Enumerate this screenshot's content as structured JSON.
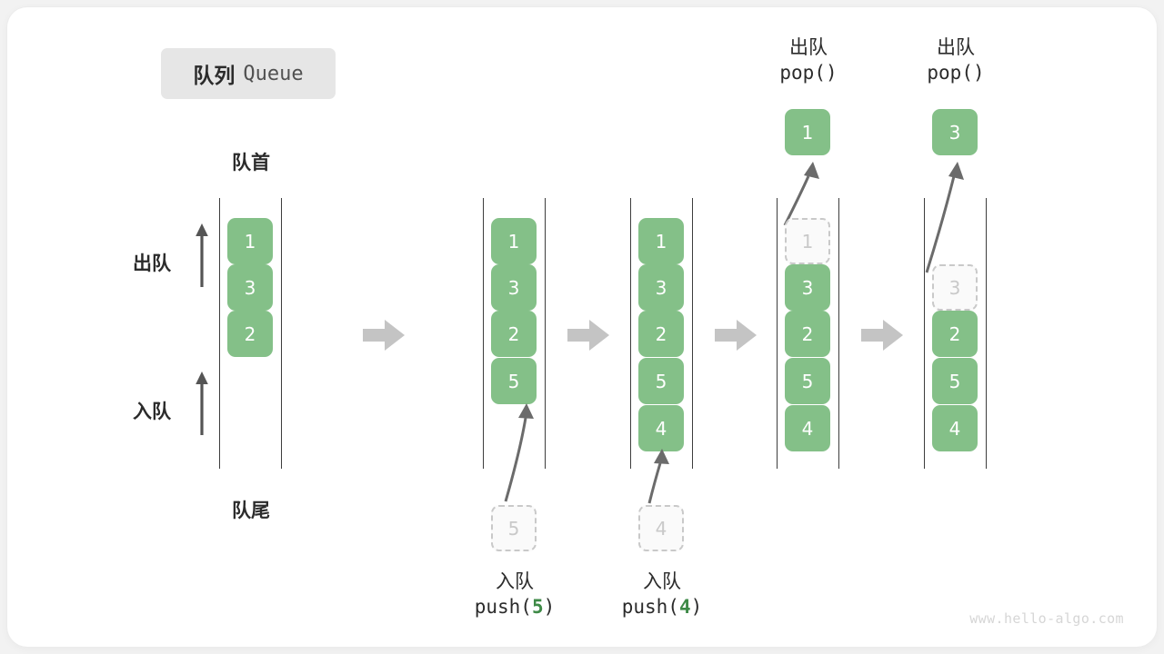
{
  "title": {
    "cn": "队列",
    "en": "Queue"
  },
  "labels": {
    "front": "队首",
    "rear": "队尾",
    "dequeue": "出队",
    "enqueue": "入队"
  },
  "colors": {
    "cell_fill": "#84c088",
    "cell_text": "#ffffff",
    "ghost_border": "#c9c9c9",
    "ghost_text": "#c9c9c9",
    "accent_number": "#3e8a47",
    "rail": "#3d3d3d",
    "flow_arrow": "#c4c4c4",
    "badge_bg": "#e6e6e6"
  },
  "columns": [
    {
      "name": "initial",
      "cells": [
        {
          "value": "1",
          "state": "filled"
        },
        {
          "value": "3",
          "state": "filled"
        },
        {
          "value": "2",
          "state": "filled"
        }
      ]
    },
    {
      "name": "after-push-5",
      "cells": [
        {
          "value": "1",
          "state": "filled"
        },
        {
          "value": "3",
          "state": "filled"
        },
        {
          "value": "2",
          "state": "filled"
        },
        {
          "value": "5",
          "state": "filled"
        }
      ],
      "source_ghost": "5",
      "caption": {
        "cn": "入队",
        "code_prefix": "push(",
        "code_num": "5",
        "code_suffix": ")"
      }
    },
    {
      "name": "after-push-4",
      "cells": [
        {
          "value": "1",
          "state": "filled"
        },
        {
          "value": "3",
          "state": "filled"
        },
        {
          "value": "2",
          "state": "filled"
        },
        {
          "value": "5",
          "state": "filled"
        },
        {
          "value": "4",
          "state": "filled"
        }
      ],
      "source_ghost": "4",
      "caption": {
        "cn": "入队",
        "code_prefix": "push(",
        "code_num": "4",
        "code_suffix": ")"
      }
    },
    {
      "name": "after-pop-1",
      "cells": [
        {
          "value": "1",
          "state": "ghost"
        },
        {
          "value": "3",
          "state": "filled"
        },
        {
          "value": "2",
          "state": "filled"
        },
        {
          "value": "5",
          "state": "filled"
        },
        {
          "value": "4",
          "state": "filled"
        }
      ],
      "popped": "1",
      "caption": {
        "cn": "出队",
        "code": "pop()"
      }
    },
    {
      "name": "after-pop-3",
      "cells": [
        {
          "value": "3",
          "state": "ghost"
        },
        {
          "value": "2",
          "state": "filled"
        },
        {
          "value": "5",
          "state": "filled"
        },
        {
          "value": "4",
          "state": "filled"
        }
      ],
      "popped": "3",
      "caption": {
        "cn": "出队",
        "code": "pop()"
      }
    }
  ],
  "watermark": "www.hello-algo.com"
}
